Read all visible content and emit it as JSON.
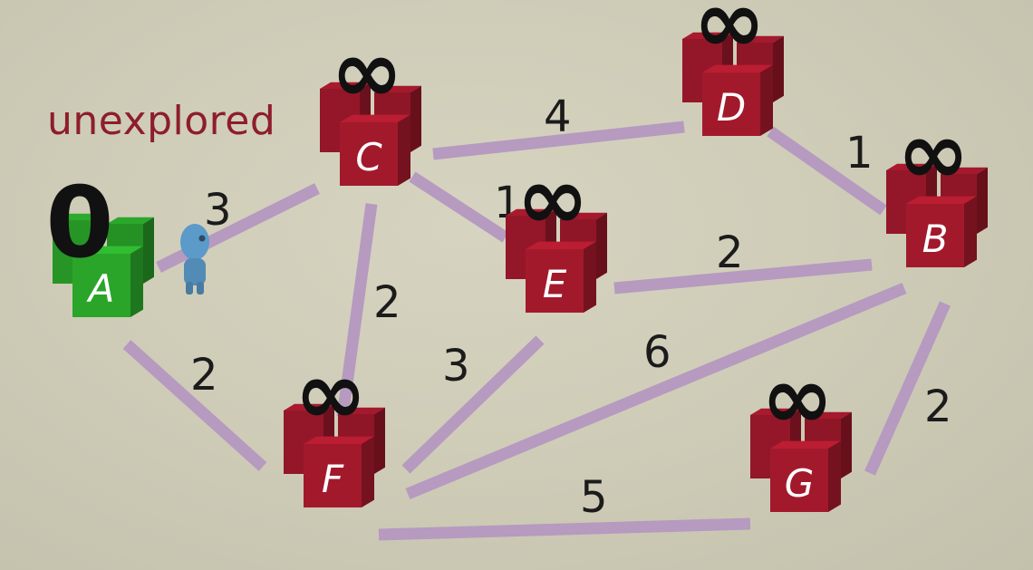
{
  "legend": {
    "text": "unexplored",
    "color": "#8e1d2a"
  },
  "colors": {
    "unexplored": "#a3192c",
    "explored": "#2aa52a",
    "edge": "#b598c1"
  },
  "nodes": [
    {
      "id": "A",
      "label": "A",
      "distance": "0",
      "state": "explored"
    },
    {
      "id": "B",
      "label": "B",
      "distance": "∞",
      "state": "unexplored"
    },
    {
      "id": "C",
      "label": "C",
      "distance": "∞",
      "state": "unexplored"
    },
    {
      "id": "D",
      "label": "D",
      "distance": "∞",
      "state": "unexplored"
    },
    {
      "id": "E",
      "label": "E",
      "distance": "∞",
      "state": "unexplored"
    },
    {
      "id": "F",
      "label": "F",
      "distance": "∞",
      "state": "unexplored"
    },
    {
      "id": "G",
      "label": "G",
      "distance": "∞",
      "state": "unexplored"
    }
  ],
  "edges": [
    {
      "from": "A",
      "to": "C",
      "weight": "3"
    },
    {
      "from": "A",
      "to": "F",
      "weight": "2"
    },
    {
      "from": "C",
      "to": "D",
      "weight": "4"
    },
    {
      "from": "C",
      "to": "E",
      "weight": "1"
    },
    {
      "from": "C",
      "to": "F",
      "weight": "2"
    },
    {
      "from": "D",
      "to": "B",
      "weight": "1"
    },
    {
      "from": "E",
      "to": "B",
      "weight": "2"
    },
    {
      "from": "E",
      "to": "F",
      "weight": "3"
    },
    {
      "from": "F",
      "to": "B",
      "weight": "6"
    },
    {
      "from": "F",
      "to": "G",
      "weight": "5"
    },
    {
      "from": "G",
      "to": "B",
      "weight": "2"
    }
  ],
  "robot": {
    "icon": "robot-icon",
    "at": "A",
    "color": "#5b9ac9"
  }
}
